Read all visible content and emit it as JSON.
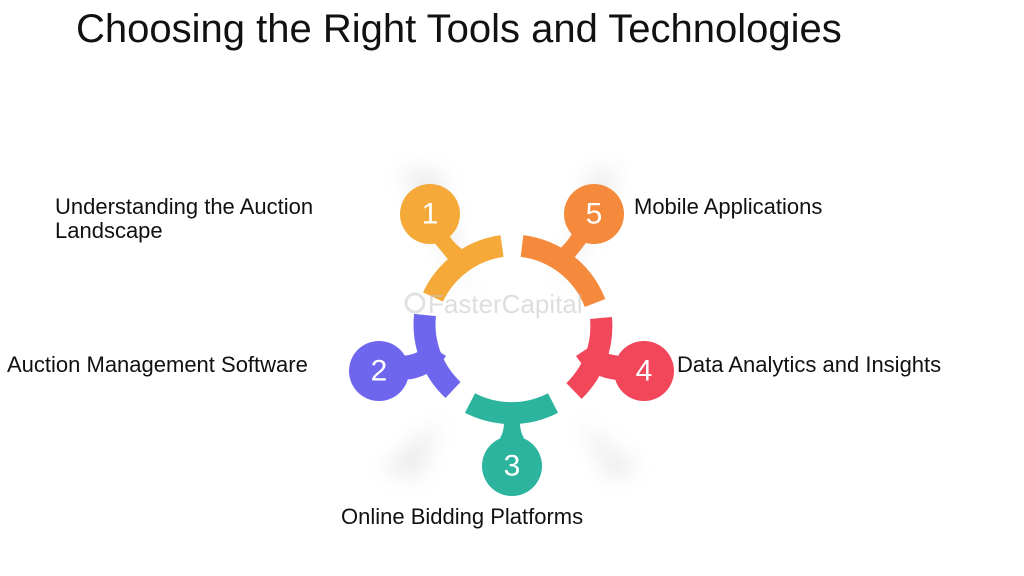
{
  "title": "Choosing the Right Tools and Technologies",
  "watermark": "FasterCapital",
  "steps": [
    {
      "number": "1",
      "label": "Understanding the Auction Landscape",
      "color": "#f4a938"
    },
    {
      "number": "2",
      "label": "Auction Management Software",
      "color": "#6f66ee"
    },
    {
      "number": "3",
      "label": "Online Bidding Platforms",
      "color": "#2db49e"
    },
    {
      "number": "4",
      "label": "Data Analytics and Insights",
      "color": "#f2465a"
    },
    {
      "number": "5",
      "label": "Mobile Applications",
      "color": "#f58a3c"
    }
  ]
}
